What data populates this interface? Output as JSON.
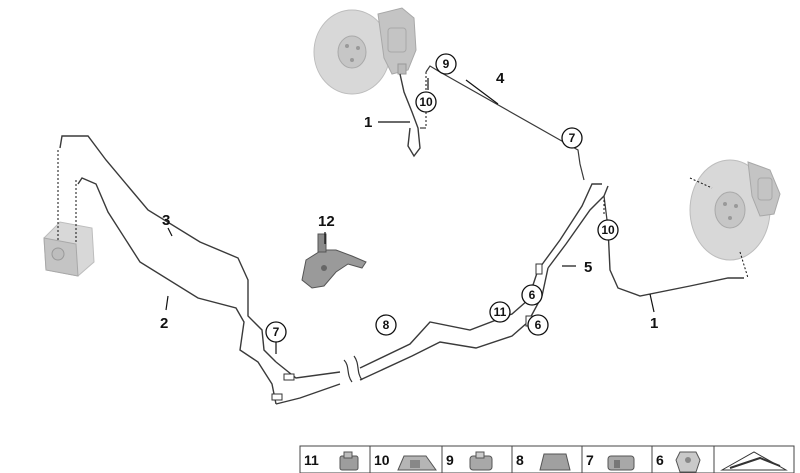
{
  "diagram": {
    "part_labels": {
      "p1_top": "1",
      "p1_right": "1",
      "p2": "2",
      "p3": "3",
      "p4": "4",
      "p5": "5",
      "p12": "12"
    },
    "circled_labels": {
      "c9": "9",
      "c10_top": "10",
      "c7_top": "7",
      "c10_right": "10",
      "c6_upper": "6",
      "c6_lower": "6",
      "c11": "11",
      "c8": "8",
      "c7_left": "7"
    },
    "parts_table": [
      "11",
      "10",
      "9",
      "8",
      "7",
      "6",
      ""
    ]
  }
}
